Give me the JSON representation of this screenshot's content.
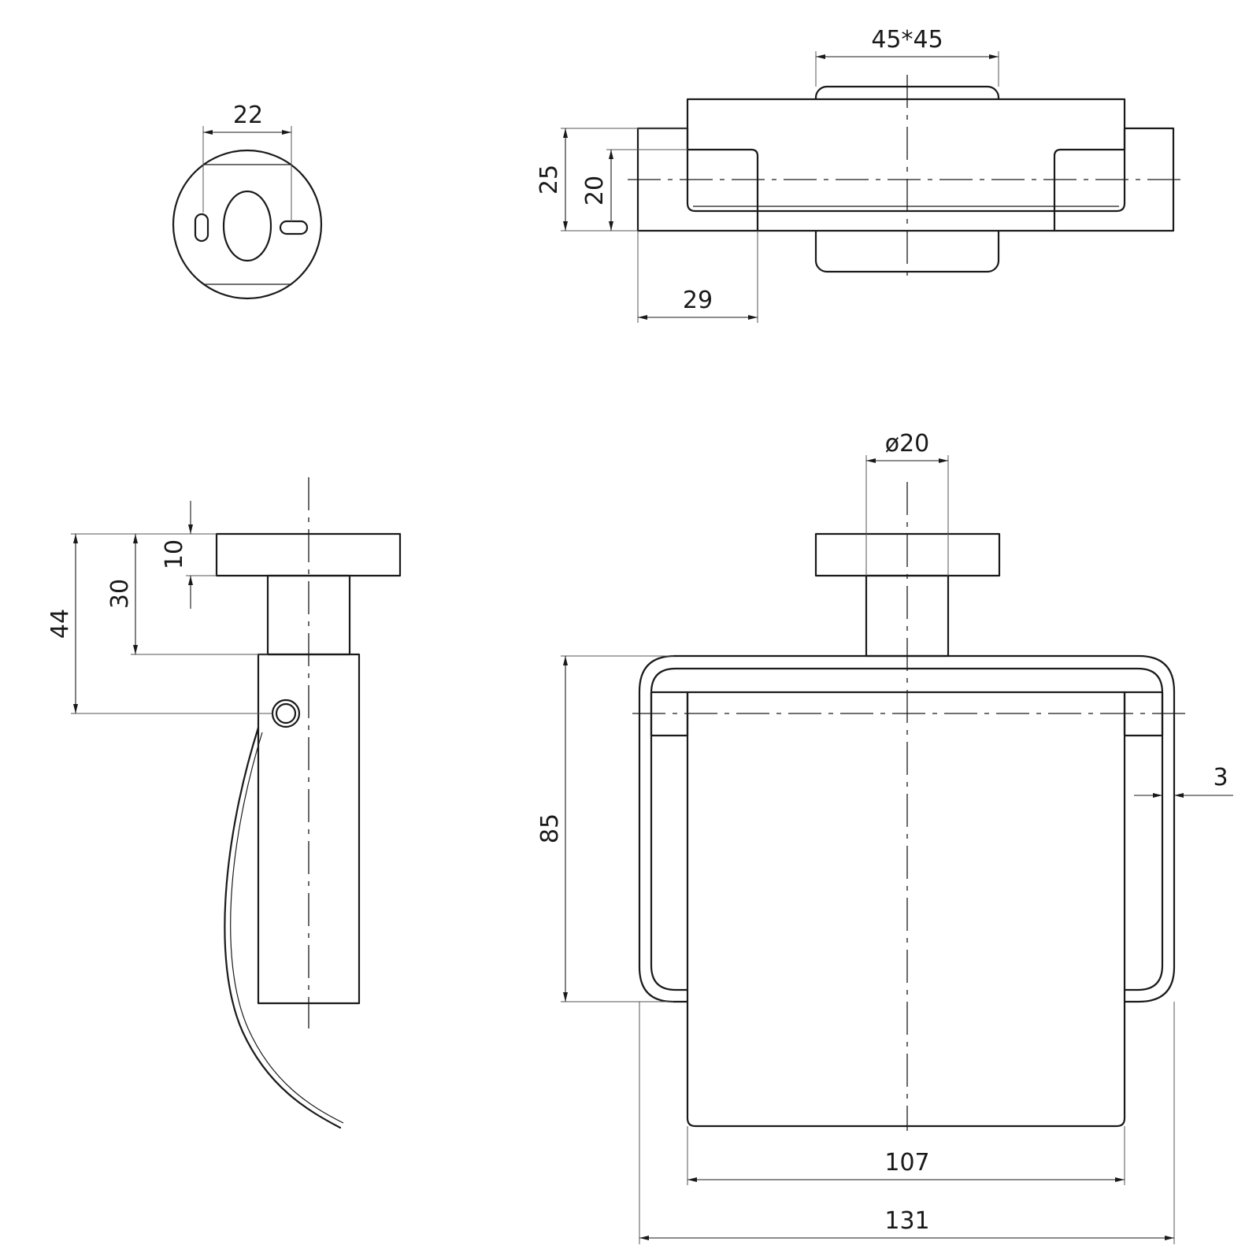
{
  "dimensions": {
    "rosette_slot_spacing": "22",
    "top_base_plate": "45*45",
    "top_depth_outer": "25",
    "top_depth_inner": "20",
    "top_arm_length": "29",
    "side_plate_thickness": "10",
    "side_to_bar": "30",
    "side_to_pivot": "44",
    "front_diameter": "ø20",
    "front_height": "85",
    "front_flap_width": "107",
    "front_overall_width": "131",
    "front_bar_thickness": "3"
  },
  "colors": {
    "line": "#1a1a1a",
    "background": "#ffffff"
  }
}
